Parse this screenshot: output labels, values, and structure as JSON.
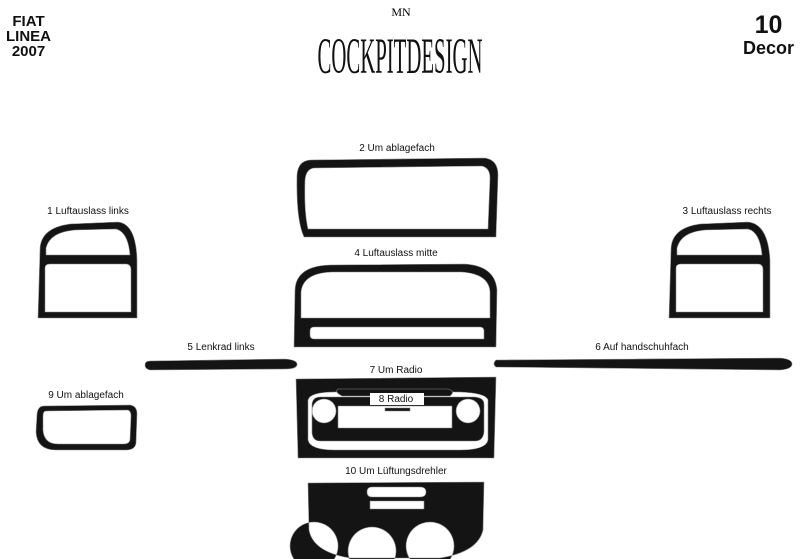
{
  "header": {
    "make": "FIAT",
    "model": "LINEA",
    "year": "2007",
    "piece_count": "10",
    "set_type": "Decor"
  },
  "logo": {
    "text": "COCKPITDESIGN",
    "emblem": "MN"
  },
  "parts": [
    {
      "label": "1  Luftauslass links"
    },
    {
      "label": "2 Um ablagefach"
    },
    {
      "label": "3  Luftauslass rechts"
    },
    {
      "label": "4 Luftauslass mitte"
    },
    {
      "label": "5 Lenkrad links"
    },
    {
      "label": "6 Auf handschuhfach"
    },
    {
      "label": "7 Um Radio"
    },
    {
      "label": "8 Radio"
    },
    {
      "label": "9 Um ablagefach"
    },
    {
      "label": "10  Um Lüftungsdrehler"
    }
  ],
  "colors": {
    "part": "#141414",
    "background": "#ffffff"
  }
}
